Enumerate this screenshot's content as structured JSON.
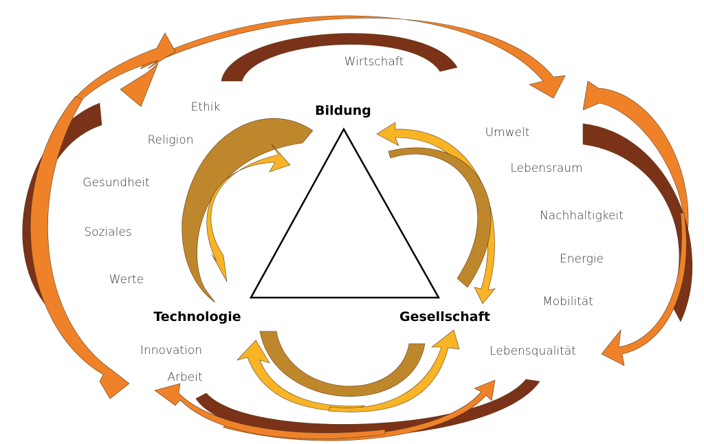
{
  "colors": {
    "dark_brown": "#7a3318",
    "orange": "#ef8229",
    "ochre": "#bf872b",
    "yellow": "#f8b425",
    "triangle_stroke": "#000000"
  },
  "pillars": {
    "top": "Bildung",
    "left": "Technologie",
    "right": "Gesellschaft"
  },
  "topics": {
    "top": "Wirtschaft",
    "left": [
      "Ethik",
      "Religion",
      "Gesundheit",
      "Soziales",
      "Werte"
    ],
    "bottom_left": [
      "Innovation",
      "Arbeit"
    ],
    "right": [
      "Umwelt",
      "Lebensraum",
      "Nachhaltigkeit",
      "Energie",
      "Mobilität",
      "Lebensqualität"
    ]
  }
}
